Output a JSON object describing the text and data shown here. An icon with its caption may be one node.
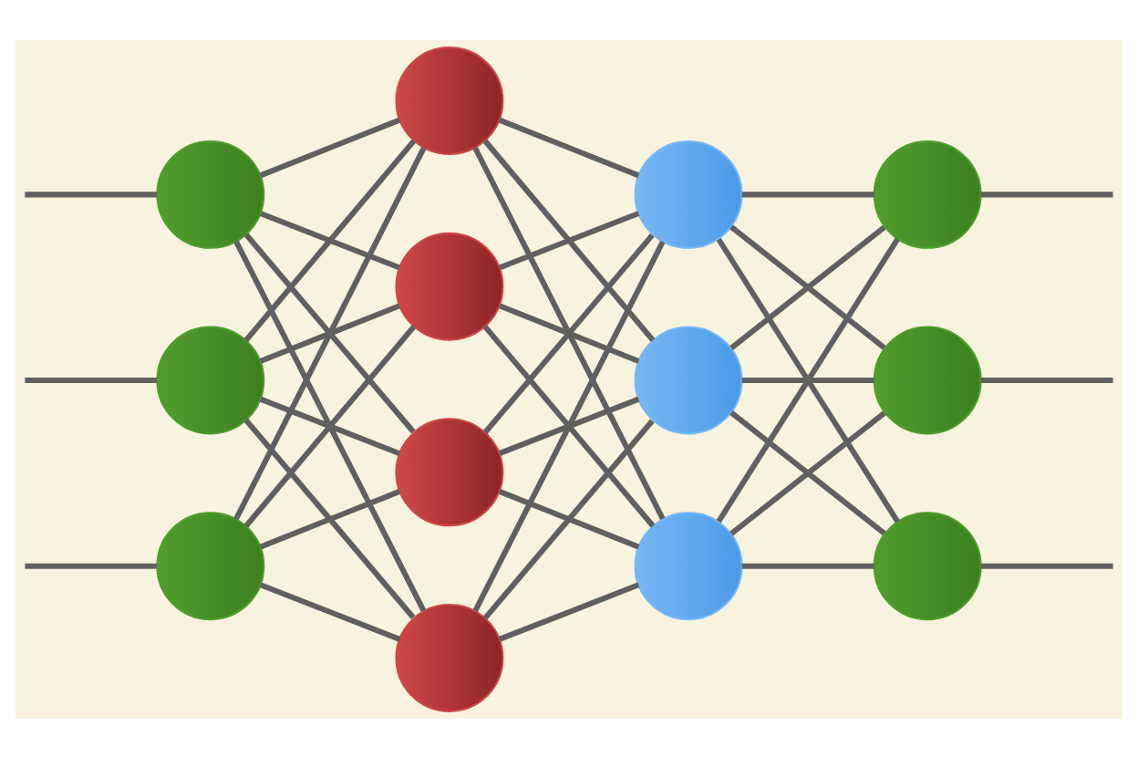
{
  "diagram": {
    "nodes": [
      {
        "text": [],
        "shape": "circle"
      },
      {
        "text": [],
        "shape": "circle"
      },
      {
        "text": [],
        "shape": "circle"
      },
      {
        "text": [],
        "shape": "circle"
      },
      {
        "text": [],
        "shape": "circle"
      },
      {
        "text": [],
        "shape": "circle"
      },
      {
        "text": [],
        "shape": "circle"
      },
      {
        "text": [],
        "shape": "circle"
      },
      {
        "text": [],
        "shape": "circle"
      },
      {
        "text": [],
        "shape": "circle"
      },
      {
        "text": [],
        "shape": "circle"
      },
      {
        "text": [],
        "shape": "circle"
      },
      {
        "text": [],
        "shape": "circle"
      }
    ],
    "edges": [
      {
        "from": null,
        "to": 0,
        "arrow": "none"
      },
      {
        "from": null,
        "to": 1,
        "arrow": "none"
      },
      {
        "from": null,
        "to": 2,
        "arrow": "none"
      },
      {
        "from": 0,
        "to": 3,
        "arrow": "none"
      },
      {
        "from": 0,
        "to": 4,
        "arrow": "none"
      },
      {
        "from": 0,
        "to": 5,
        "arrow": "none"
      },
      {
        "from": 0,
        "to": 6,
        "arrow": "none"
      },
      {
        "from": 1,
        "to": 3,
        "arrow": "none"
      },
      {
        "from": 1,
        "to": 4,
        "arrow": "none"
      },
      {
        "from": 1,
        "to": 5,
        "arrow": "none"
      },
      {
        "from": 1,
        "to": 6,
        "arrow": "none"
      },
      {
        "from": 2,
        "to": 3,
        "arrow": "none"
      },
      {
        "from": 2,
        "to": 4,
        "arrow": "none"
      },
      {
        "from": 2,
        "to": 5,
        "arrow": "none"
      },
      {
        "from": 2,
        "to": 6,
        "arrow": "none"
      },
      {
        "from": 3,
        "to": 7,
        "arrow": "none"
      },
      {
        "from": 3,
        "to": 8,
        "arrow": "none"
      },
      {
        "from": 3,
        "to": 9,
        "arrow": "none"
      },
      {
        "from": 4,
        "to": 7,
        "arrow": "none"
      },
      {
        "from": 4,
        "to": 8,
        "arrow": "none"
      },
      {
        "from": 4,
        "to": 9,
        "arrow": "none"
      },
      {
        "from": 5,
        "to": 7,
        "arrow": "none"
      },
      {
        "from": 5,
        "to": 8,
        "arrow": "none"
      },
      {
        "from": 5,
        "to": 9,
        "arrow": "none"
      },
      {
        "from": 6,
        "to": 7,
        "arrow": "none"
      },
      {
        "from": 6,
        "to": 8,
        "arrow": "none"
      },
      {
        "from": 6,
        "to": 9,
        "arrow": "none"
      },
      {
        "from": 7,
        "to": 10,
        "arrow": "none"
      },
      {
        "from": 7,
        "to": 11,
        "arrow": "none"
      },
      {
        "from": 7,
        "to": 12,
        "arrow": "none"
      },
      {
        "from": 8,
        "to": 10,
        "arrow": "none"
      },
      {
        "from": 8,
        "to": 11,
        "arrow": "none"
      },
      {
        "from": 8,
        "to": 12,
        "arrow": "none"
      },
      {
        "from": 9,
        "to": 10,
        "arrow": "none"
      },
      {
        "from": 9,
        "to": 11,
        "arrow": "none"
      },
      {
        "from": 9,
        "to": 12,
        "arrow": "none"
      },
      {
        "from": 10,
        "to": null,
        "arrow": "none"
      },
      {
        "from": 11,
        "to": null,
        "arrow": "none"
      },
      {
        "from": 12,
        "to": null,
        "arrow": "none"
      }
    ]
  }
}
